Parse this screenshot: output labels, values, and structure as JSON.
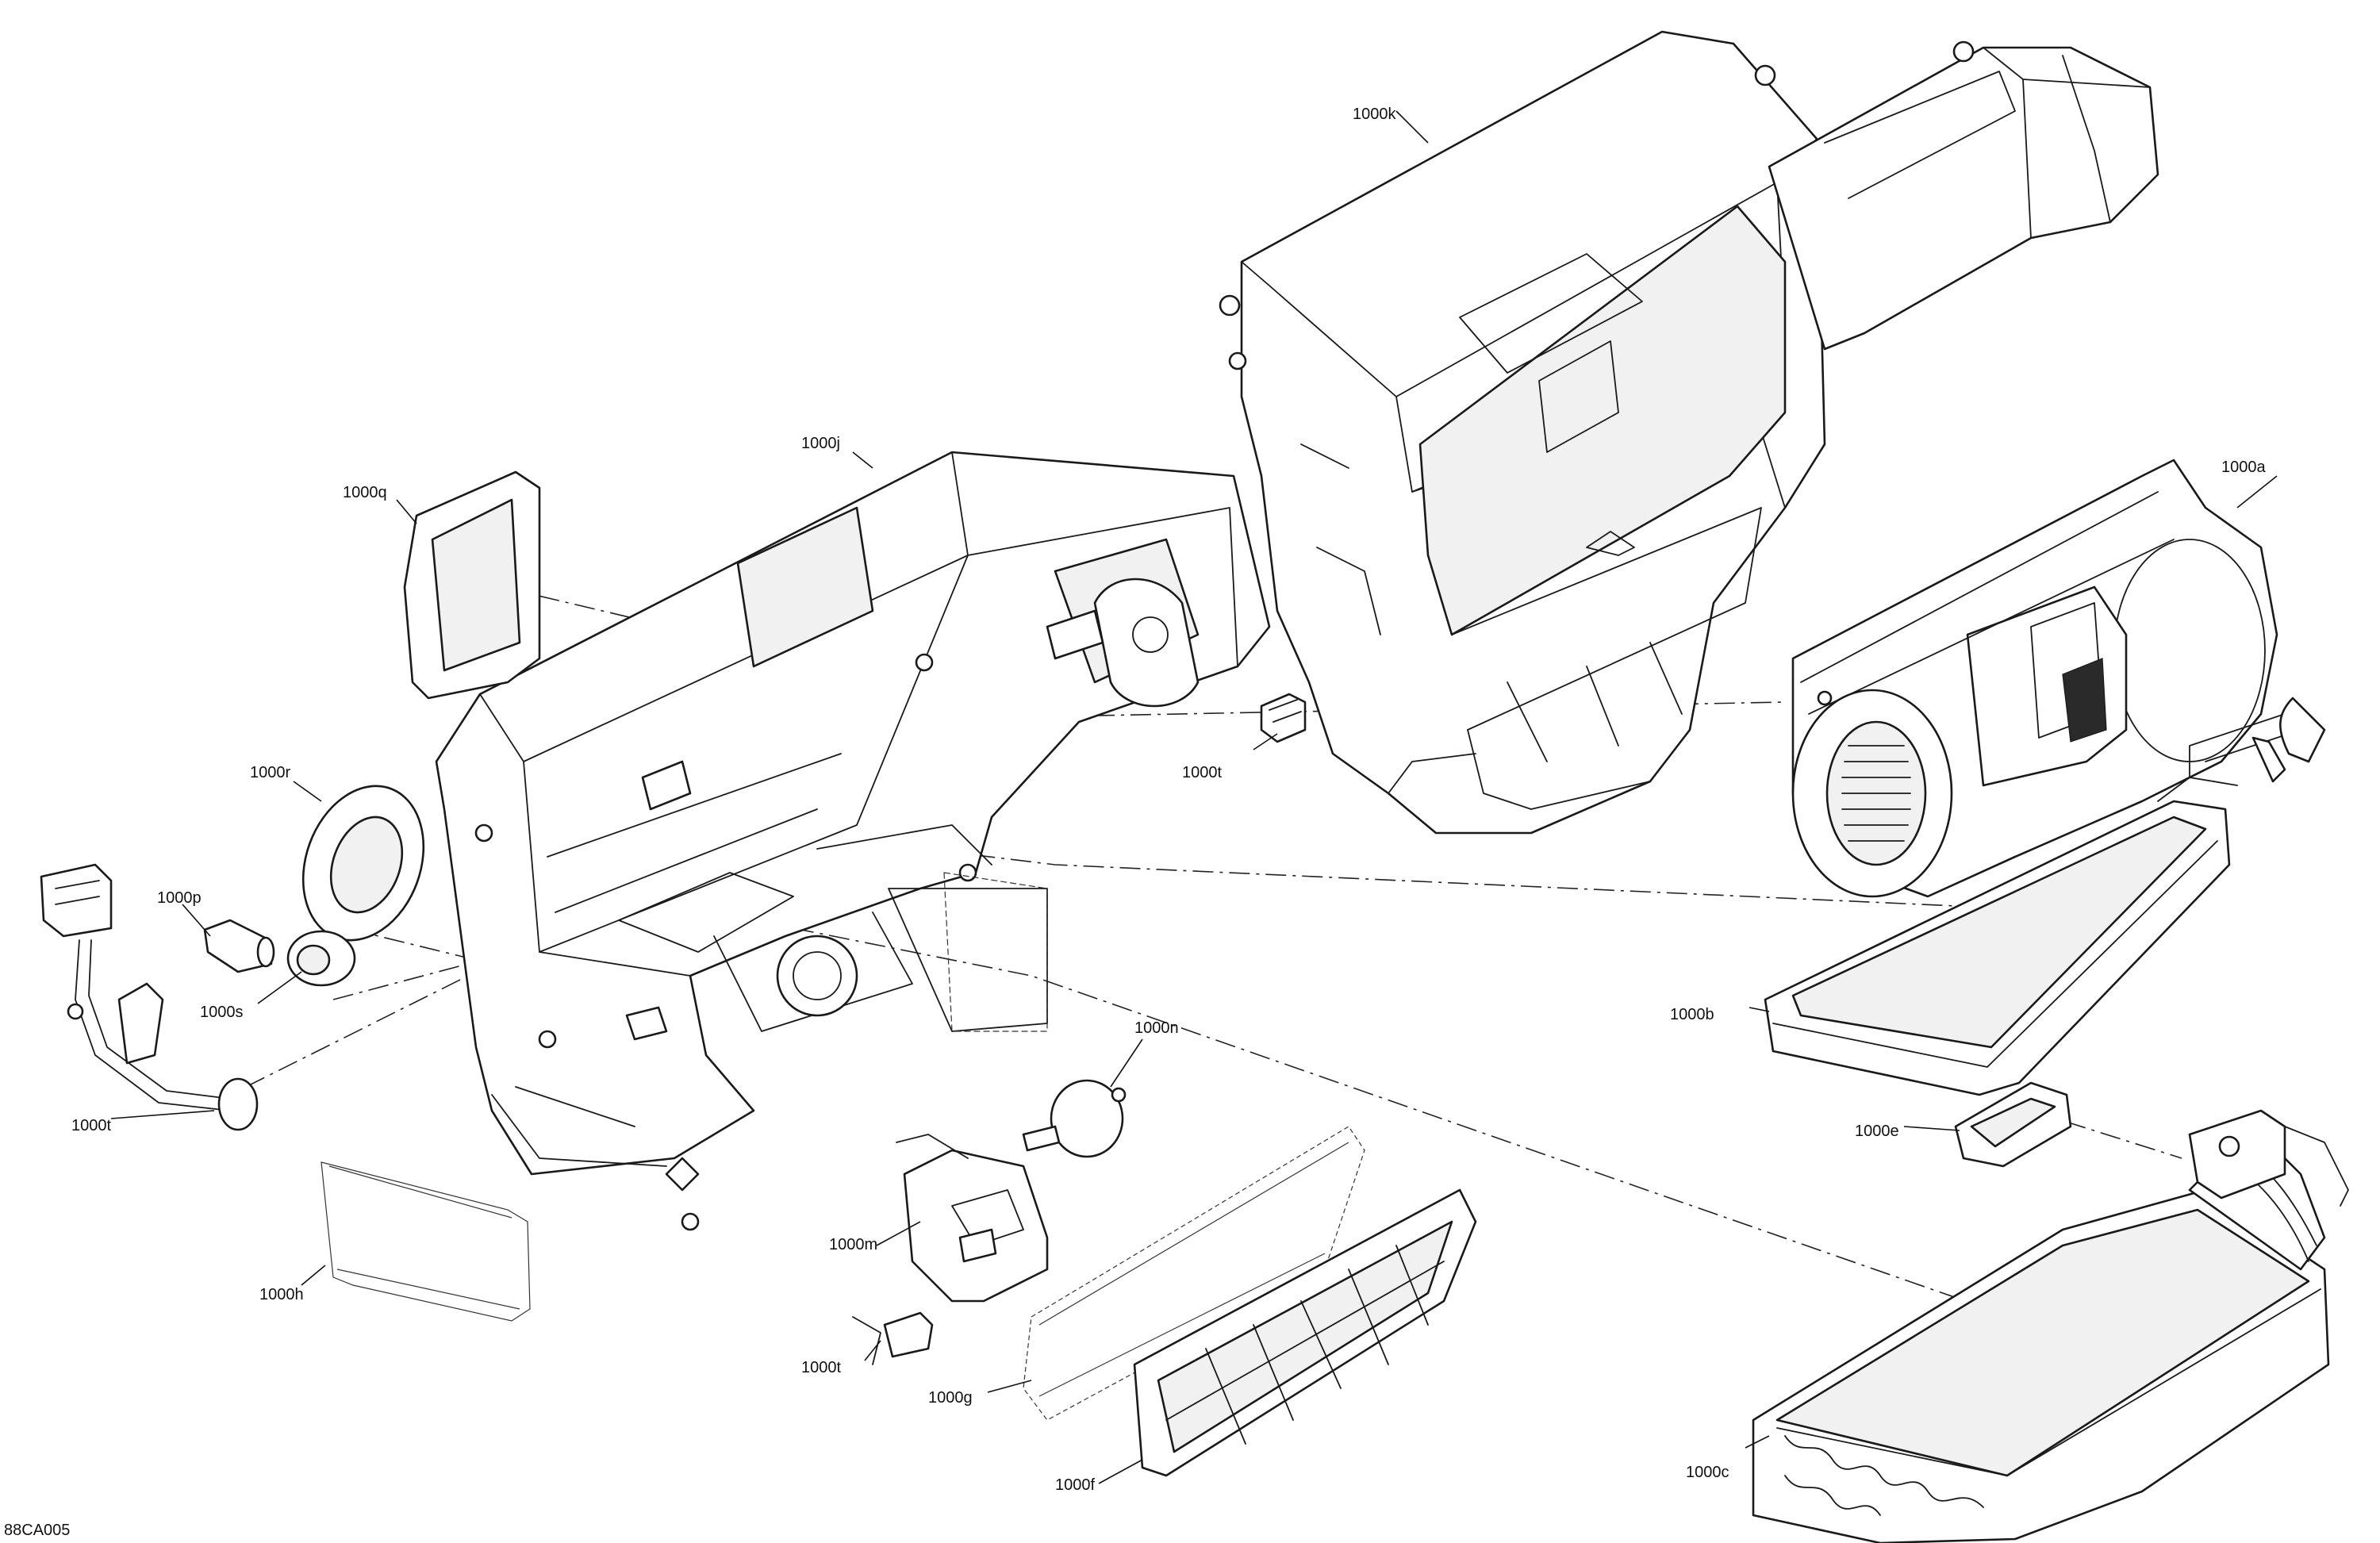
{
  "diagram": {
    "code": "88CA005",
    "callouts": {
      "a": "1000a",
      "b": "1000b",
      "c": "1000c",
      "e": "1000e",
      "f": "1000f",
      "g": "1000g",
      "h": "1000h",
      "j": "1000j",
      "k": "1000k",
      "m": "1000m",
      "n": "1000n",
      "p": "1000p",
      "q": "1000q",
      "r": "1000r",
      "s": "1000s",
      "t1": "1000t",
      "t2": "1000t",
      "t3": "1000t"
    }
  }
}
